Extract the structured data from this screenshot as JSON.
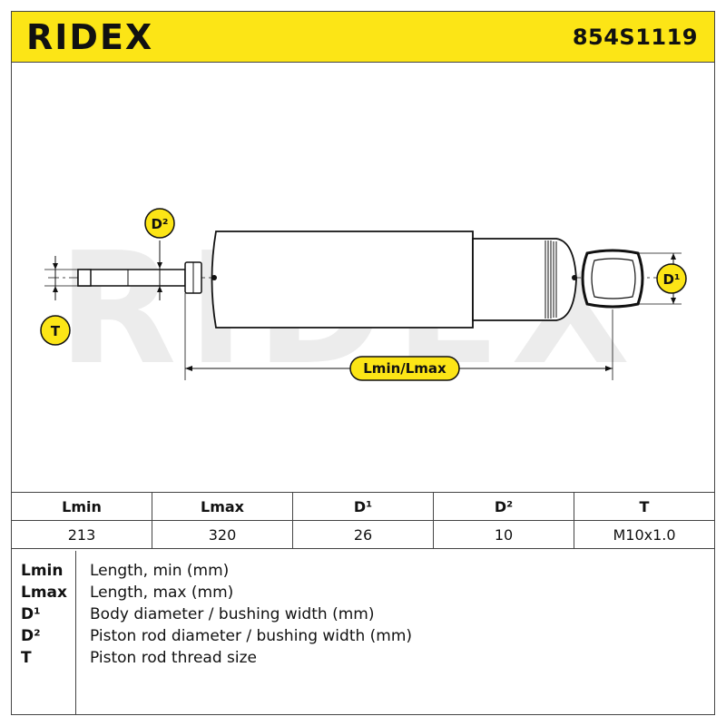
{
  "header": {
    "brand": "RIDEX",
    "part_number": "854S1119"
  },
  "diagram": {
    "watermark": "RIDEX",
    "labels": {
      "d2": "D²",
      "t": "T",
      "d1": "D¹",
      "length": "Lmin/Lmax"
    }
  },
  "spec_table": {
    "headers": [
      "Lmin",
      "Lmax",
      "D¹",
      "D²",
      "T"
    ],
    "values": [
      "213",
      "320",
      "26",
      "10",
      "M10x1.0"
    ]
  },
  "legend": [
    {
      "key": "Lmin",
      "desc": "Length, min (mm)"
    },
    {
      "key": "Lmax",
      "desc": "Length, max (mm)"
    },
    {
      "key": "D¹",
      "desc": "Body diameter / bushing width (mm)"
    },
    {
      "key": "D²",
      "desc": "Piston rod diameter / bushing width (mm)"
    },
    {
      "key": "T",
      "desc": "Piston rod thread size"
    }
  ],
  "colors": {
    "accent": "#fce516",
    "line": "#111111",
    "watermark": "#ececec"
  }
}
